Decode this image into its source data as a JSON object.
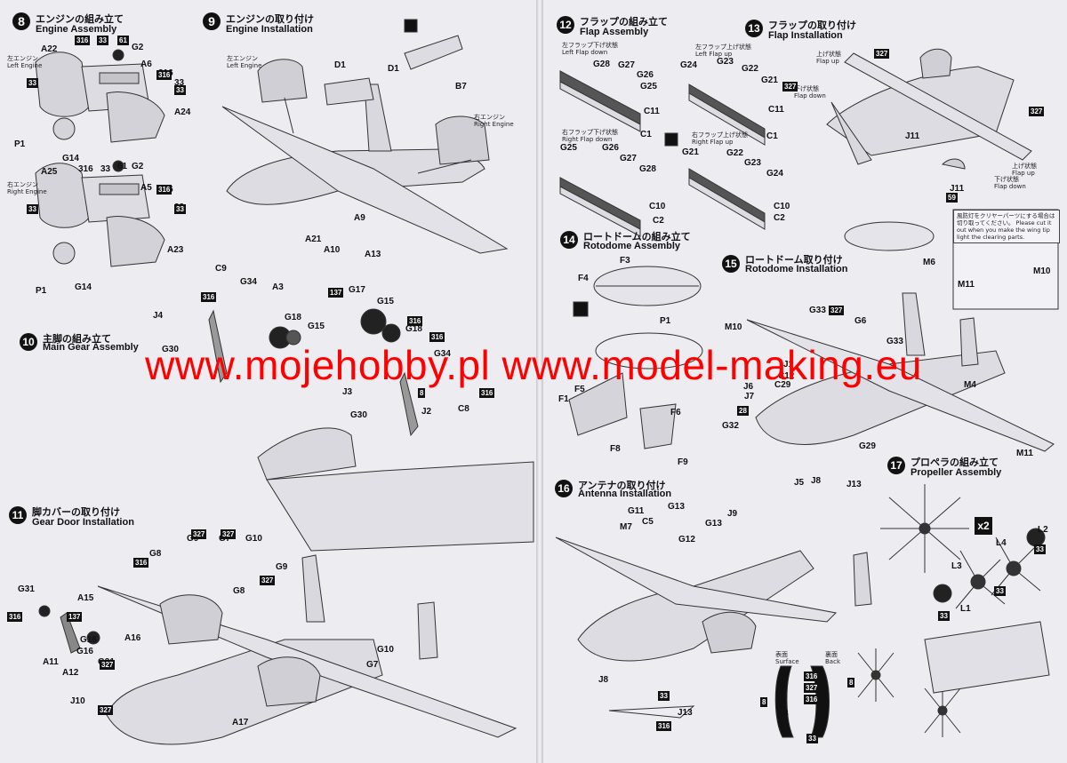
{
  "watermark": "www.mojehobby.pl www.model-making.eu",
  "steps": {
    "s8": {
      "num": "8",
      "jp": "エンジンの組み立て",
      "en": "Engine Assembly"
    },
    "s9": {
      "num": "9",
      "jp": "エンジンの取り付け",
      "en": "Engine Installation"
    },
    "s10": {
      "num": "10",
      "jp": "主脚の組み立て",
      "en": "Main Gear Assembly"
    },
    "s11": {
      "num": "11",
      "jp": "脚カバーの取り付け",
      "en": "Gear Door Installation"
    },
    "s12": {
      "num": "12",
      "jp": "フラップの組み立て",
      "en": "Flap Assembly"
    },
    "s13": {
      "num": "13",
      "jp": "フラップの取り付け",
      "en": "Flap Installation"
    },
    "s14": {
      "num": "14",
      "jp": "ロートドームの組み立て",
      "en": "Rotodome Assembly"
    },
    "s15": {
      "num": "15",
      "jp": "ロートドーム取り付け",
      "en": "Rotodome Installation"
    },
    "s16": {
      "num": "16",
      "jp": "アンテナの取り付け",
      "en": "Antenna Installation"
    },
    "s17": {
      "num": "17",
      "jp": "プロペラの組み立て",
      "en": "Propeller Assembly"
    }
  },
  "annotations": {
    "left_engine": {
      "jp": "左エンジン",
      "en": "Left Engine"
    },
    "right_engine": {
      "jp": "右エンジン",
      "en": "Right Engine"
    },
    "left_flap_down": {
      "jp": "左フラップ下げ状態",
      "en": "Left Flap down"
    },
    "right_flap_down": {
      "jp": "右フラップ下げ状態",
      "en": "Right Flap down"
    },
    "left_flap_up": {
      "jp": "左フラップ上げ状態",
      "en": "Left Flap up"
    },
    "right_flap_up": {
      "jp": "右フラップ上げ状態",
      "en": "Right Flap up"
    },
    "flap_up": {
      "jp": "上げ状態",
      "en": "Flap up"
    },
    "flap_down": {
      "jp": "下げ状態",
      "en": "Flap down"
    },
    "surface": {
      "jp": "表面",
      "en": "Surface"
    },
    "back": {
      "jp": "裏面",
      "en": "Back"
    },
    "clear_note": "風防灯をクリヤーパーツにする場合は切り取ってください。 Please cut it out when you make the wing tip light the clearing parts.",
    "x2": "x2"
  },
  "part_labels": [
    {
      "t": "A22"
    },
    {
      "t": "316"
    },
    {
      "t": "33"
    },
    {
      "t": "61"
    },
    {
      "t": "G2"
    },
    {
      "t": "A6"
    },
    {
      "t": "316"
    },
    {
      "t": "33"
    },
    {
      "t": "A24"
    },
    {
      "t": "P1"
    },
    {
      "t": "G14"
    },
    {
      "t": "A25"
    },
    {
      "t": "316"
    },
    {
      "t": "33"
    },
    {
      "t": "61"
    },
    {
      "t": "G2"
    },
    {
      "t": "A5"
    },
    {
      "t": "316"
    },
    {
      "t": "33"
    },
    {
      "t": "A23"
    },
    {
      "t": "P1"
    },
    {
      "t": "G14"
    },
    {
      "t": "D1"
    },
    {
      "t": "D1"
    },
    {
      "t": "B7"
    },
    {
      "t": "A9"
    },
    {
      "t": "A21"
    },
    {
      "t": "A10"
    },
    {
      "t": "A13"
    },
    {
      "t": "C9"
    },
    {
      "t": "G34"
    },
    {
      "t": "A3"
    },
    {
      "t": "G17"
    },
    {
      "t": "G15"
    },
    {
      "t": "G18"
    },
    {
      "t": "G15"
    },
    {
      "t": "G18"
    },
    {
      "t": "J4"
    },
    {
      "t": "G30"
    },
    {
      "t": "G34"
    },
    {
      "t": "C8"
    },
    {
      "t": "J3"
    },
    {
      "t": "J2"
    },
    {
      "t": "G30"
    },
    {
      "t": "G8"
    },
    {
      "t": "G9"
    },
    {
      "t": "G7"
    },
    {
      "t": "G10"
    },
    {
      "t": "G8"
    },
    {
      "t": "G9"
    },
    {
      "t": "G31"
    },
    {
      "t": "A15"
    },
    {
      "t": "G16"
    },
    {
      "t": "A11"
    },
    {
      "t": "G16"
    },
    {
      "t": "G31"
    },
    {
      "t": "A16"
    },
    {
      "t": "A12"
    },
    {
      "t": "J10"
    },
    {
      "t": "A17"
    },
    {
      "t": "G10"
    },
    {
      "t": "G7"
    },
    {
      "t": "G28"
    },
    {
      "t": "G27"
    },
    {
      "t": "G26"
    },
    {
      "t": "G25"
    },
    {
      "t": "C11"
    },
    {
      "t": "C1"
    },
    {
      "t": "G25"
    },
    {
      "t": "G26"
    },
    {
      "t": "G27"
    },
    {
      "t": "G28"
    },
    {
      "t": "C10"
    },
    {
      "t": "C2"
    },
    {
      "t": "G24"
    },
    {
      "t": "G23"
    },
    {
      "t": "G22"
    },
    {
      "t": "G21"
    },
    {
      "t": "C11"
    },
    {
      "t": "C1"
    },
    {
      "t": "G21"
    },
    {
      "t": "G22"
    },
    {
      "t": "G23"
    },
    {
      "t": "G24"
    },
    {
      "t": "C10"
    },
    {
      "t": "C2"
    },
    {
      "t": "J11"
    },
    {
      "t": "J11"
    },
    {
      "t": "F3"
    },
    {
      "t": "F4"
    },
    {
      "t": "P1"
    },
    {
      "t": "F5"
    },
    {
      "t": "F1"
    },
    {
      "t": "F6"
    },
    {
      "t": "F8"
    },
    {
      "t": "F9"
    },
    {
      "t": "M6"
    },
    {
      "t": "M10"
    },
    {
      "t": "M11"
    },
    {
      "t": "M10"
    },
    {
      "t": "G33"
    },
    {
      "t": "G6"
    },
    {
      "t": "G33"
    },
    {
      "t": "J1"
    },
    {
      "t": "J6"
    },
    {
      "t": "J7"
    },
    {
      "t": "C12"
    },
    {
      "t": "C29"
    },
    {
      "t": "M4"
    },
    {
      "t": "G32"
    },
    {
      "t": "G29"
    },
    {
      "t": "M11"
    },
    {
      "t": "G11"
    },
    {
      "t": "M7"
    },
    {
      "t": "C5"
    },
    {
      "t": "G13"
    },
    {
      "t": "G12"
    },
    {
      "t": "G13"
    },
    {
      "t": "J9"
    },
    {
      "t": "J5"
    },
    {
      "t": "J8"
    },
    {
      "t": "J13"
    },
    {
      "t": "J8"
    },
    {
      "t": "J13"
    },
    {
      "t": "L2"
    },
    {
      "t": "L4"
    },
    {
      "t": "L3"
    },
    {
      "t": "L1"
    },
    {
      "t": "L3"
    },
    {
      "t": "L4"
    }
  ],
  "color_codes": [
    "316",
    "33",
    "61",
    "137",
    "327",
    "8",
    "28",
    "59"
  ]
}
